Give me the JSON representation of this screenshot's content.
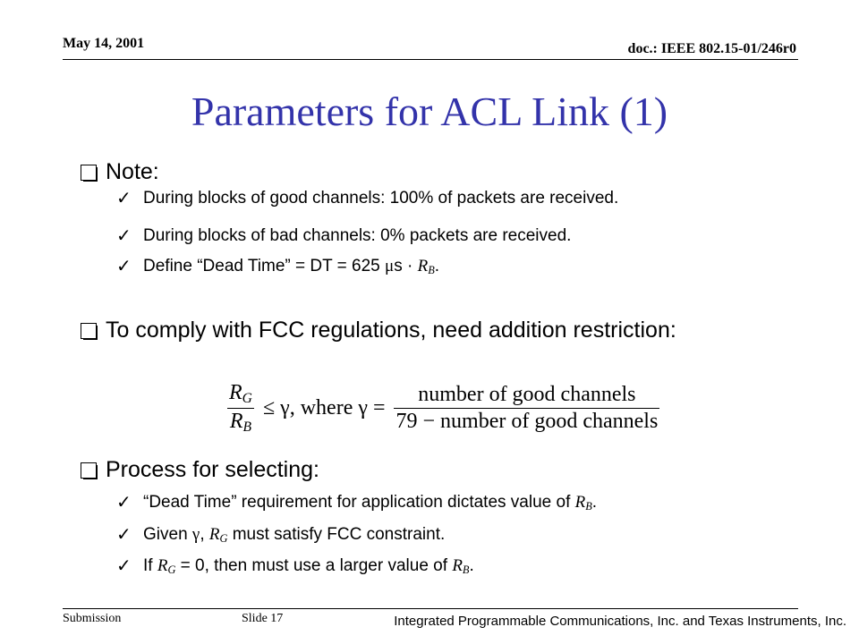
{
  "header": {
    "date": "May 14, 2001",
    "doc": "doc.: IEEE 802.15-01/246r0"
  },
  "title": "Parameters for ACL Link (1)",
  "sections": {
    "note": {
      "heading": "Note:",
      "items": [
        "During blocks of good channels: 100% of packets are received.",
        "During blocks of bad channels: 0% packets are received."
      ],
      "item3_prefix": "Define “Dead Time” = DT = 625",
      "item3_mu": "μ",
      "item3_mid": "s · ",
      "item3_var": "R",
      "item3_sub": "B",
      "item3_end": "."
    },
    "fcc": {
      "heading": "To comply with FCC regulations, need addition restriction:"
    },
    "equation": {
      "lhs_num": "R",
      "lhs_num_sub": "G",
      "lhs_den": "R",
      "lhs_den_sub": "B",
      "relation": "≤ γ, where γ =",
      "rhs_num": "number of good channels",
      "rhs_den": "79 − number of good channels"
    },
    "process": {
      "heading": "Process for selecting:",
      "item1_text": "“Dead Time” requirement for application dictates value of ",
      "item1_var": "R",
      "item1_sub": "B",
      "item1_end": ".",
      "item2_a": "Given ",
      "item2_gamma": "γ",
      "item2_b": ", ",
      "item2_var": "R",
      "item2_sub": "G",
      "item2_c": " must satisfy FCC constraint.",
      "item3_a": "If ",
      "item3_var": "R",
      "item3_sub": "G",
      "item3_b": " = 0, then must use a larger value of ",
      "item3_var2": "R",
      "item3_sub2": "B",
      "item3_end": "."
    }
  },
  "footer": {
    "left": "Submission",
    "slide": "Slide 17",
    "right": "Integrated Programmable Communications, Inc. and Texas Instruments, Inc."
  }
}
